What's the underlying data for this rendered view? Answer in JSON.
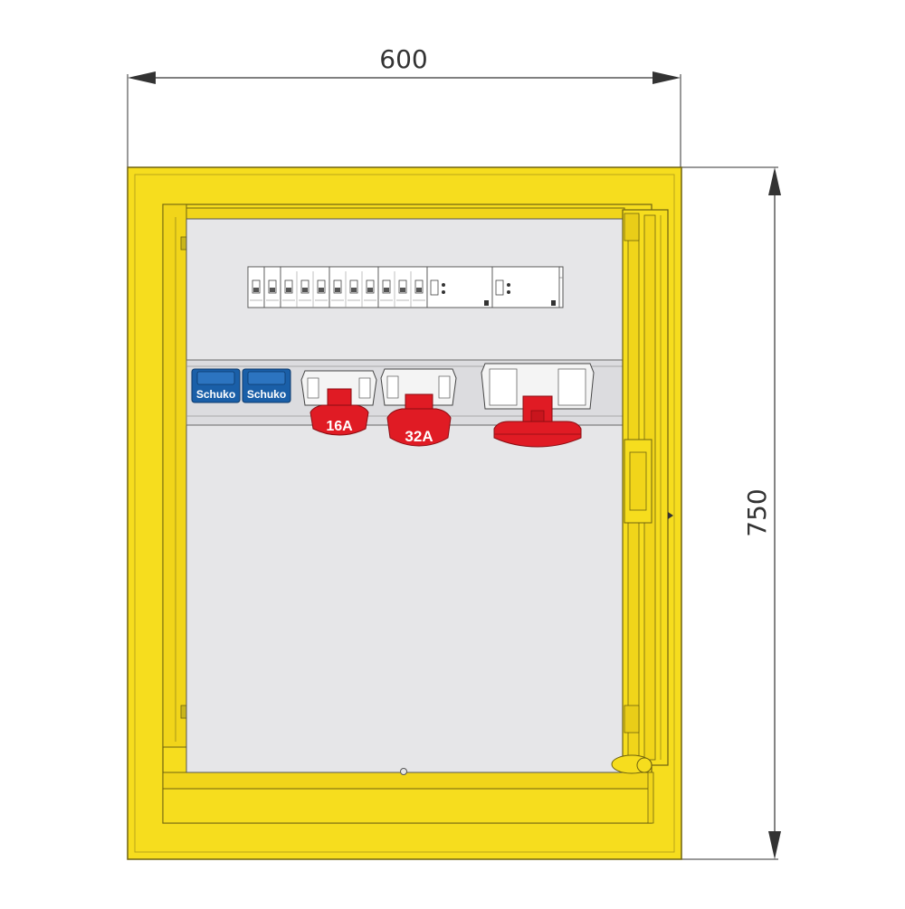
{
  "dimensions": {
    "width": "600",
    "height": "750"
  },
  "colors": {
    "cabinet": "#f6dd1e",
    "cabinet_edge": "#8a7a10",
    "panel": "#e6e6e8",
    "rail": "#d8d8dc",
    "schuko": "#1a5fa8",
    "cee_red": "#e01b24",
    "line": "#333333"
  },
  "breakers": {
    "groups": [
      "single",
      "single",
      "triple",
      "triple",
      "triple",
      "rcd",
      "rcd"
    ]
  },
  "sockets": {
    "schuko": [
      {
        "label": "Schuko"
      },
      {
        "label": "Schuko"
      }
    ],
    "cee": [
      {
        "label": "16A"
      },
      {
        "label": "32A"
      },
      {
        "label": ""
      }
    ]
  }
}
